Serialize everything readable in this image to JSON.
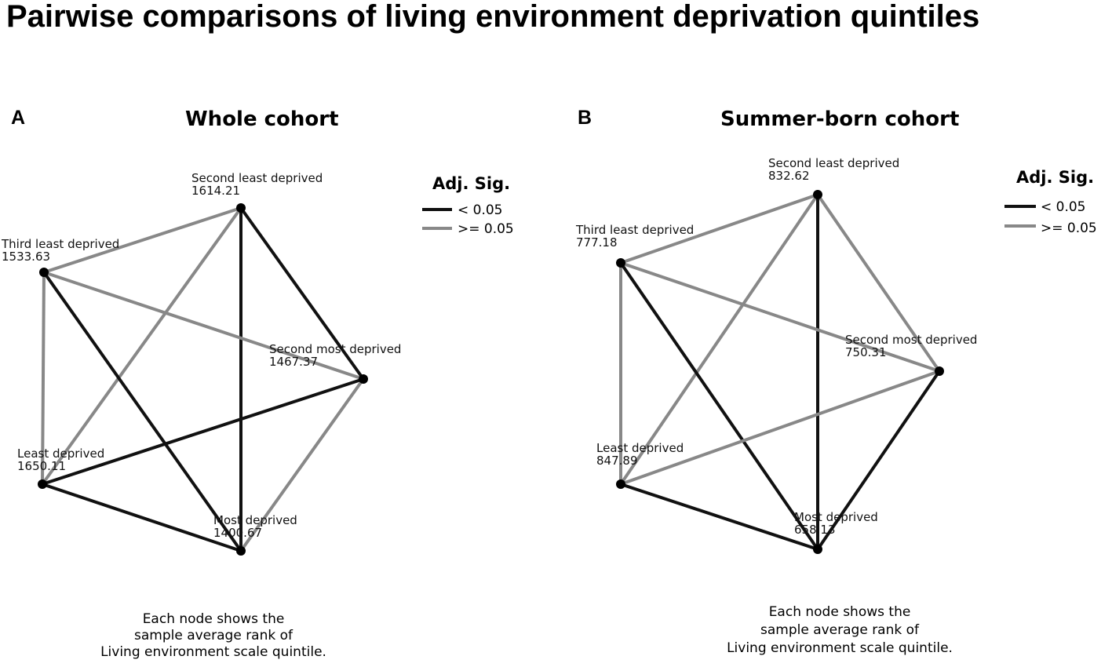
{
  "title": "Pairwise comparisons of living environment deprivation quintiles",
  "colors": {
    "significant": "#111111",
    "not_significant": "#888888",
    "node": "#000000"
  },
  "legend": {
    "title": "Adj. Sig.",
    "items": [
      {
        "label": "< 0.05",
        "style": "significant"
      },
      {
        "label": ">= 0.05",
        "style": "not_significant"
      }
    ]
  },
  "footnote": [
    "Each node shows the",
    "sample average rank of",
    "Living environment scale quintile."
  ],
  "panels": [
    {
      "letter": "A",
      "title": "Whole cohort",
      "nodes": [
        {
          "name": "Second least deprived",
          "rank": "1614.21"
        },
        {
          "name": "Third least deprived",
          "rank": "1533.63"
        },
        {
          "name": "Second most deprived",
          "rank": "1467.37"
        },
        {
          "name": "Least deprived",
          "rank": "1650.11"
        },
        {
          "name": "Most deprived",
          "rank": "1400.67"
        }
      ],
      "edges": [
        {
          "from": "Second least deprived",
          "to": "Third least deprived",
          "sig": "not_significant"
        },
        {
          "from": "Second least deprived",
          "to": "Least deprived",
          "sig": "not_significant"
        },
        {
          "from": "Second least deprived",
          "to": "Most deprived",
          "sig": "significant"
        },
        {
          "from": "Second least deprived",
          "to": "Second most deprived",
          "sig": "significant"
        },
        {
          "from": "Third least deprived",
          "to": "Second most deprived",
          "sig": "not_significant"
        },
        {
          "from": "Third least deprived",
          "to": "Least deprived",
          "sig": "not_significant"
        },
        {
          "from": "Third least deprived",
          "to": "Most deprived",
          "sig": "significant"
        },
        {
          "from": "Least deprived",
          "to": "Second most deprived",
          "sig": "significant"
        },
        {
          "from": "Least deprived",
          "to": "Most deprived",
          "sig": "significant"
        },
        {
          "from": "Second most deprived",
          "to": "Most deprived",
          "sig": "not_significant"
        }
      ]
    },
    {
      "letter": "B",
      "title": "Summer-born cohort",
      "nodes": [
        {
          "name": "Second least deprived",
          "rank": "832.62"
        },
        {
          "name": "Third least deprived",
          "rank": "777.18"
        },
        {
          "name": "Second most deprived",
          "rank": "750.31"
        },
        {
          "name": "Least deprived",
          "rank": "847.89"
        },
        {
          "name": "Most deprived",
          "rank": "658.13"
        }
      ],
      "edges": [
        {
          "from": "Second least deprived",
          "to": "Third least deprived",
          "sig": "not_significant"
        },
        {
          "from": "Second least deprived",
          "to": "Least deprived",
          "sig": "not_significant"
        },
        {
          "from": "Second least deprived",
          "to": "Most deprived",
          "sig": "significant"
        },
        {
          "from": "Second least deprived",
          "to": "Second most deprived",
          "sig": "not_significant"
        },
        {
          "from": "Third least deprived",
          "to": "Second most deprived",
          "sig": "not_significant"
        },
        {
          "from": "Third least deprived",
          "to": "Least deprived",
          "sig": "not_significant"
        },
        {
          "from": "Third least deprived",
          "to": "Most deprived",
          "sig": "significant"
        },
        {
          "from": "Least deprived",
          "to": "Second most deprived",
          "sig": "not_significant"
        },
        {
          "from": "Least deprived",
          "to": "Most deprived",
          "sig": "significant"
        },
        {
          "from": "Second most deprived",
          "to": "Most deprived",
          "sig": "significant"
        }
      ]
    }
  ]
}
